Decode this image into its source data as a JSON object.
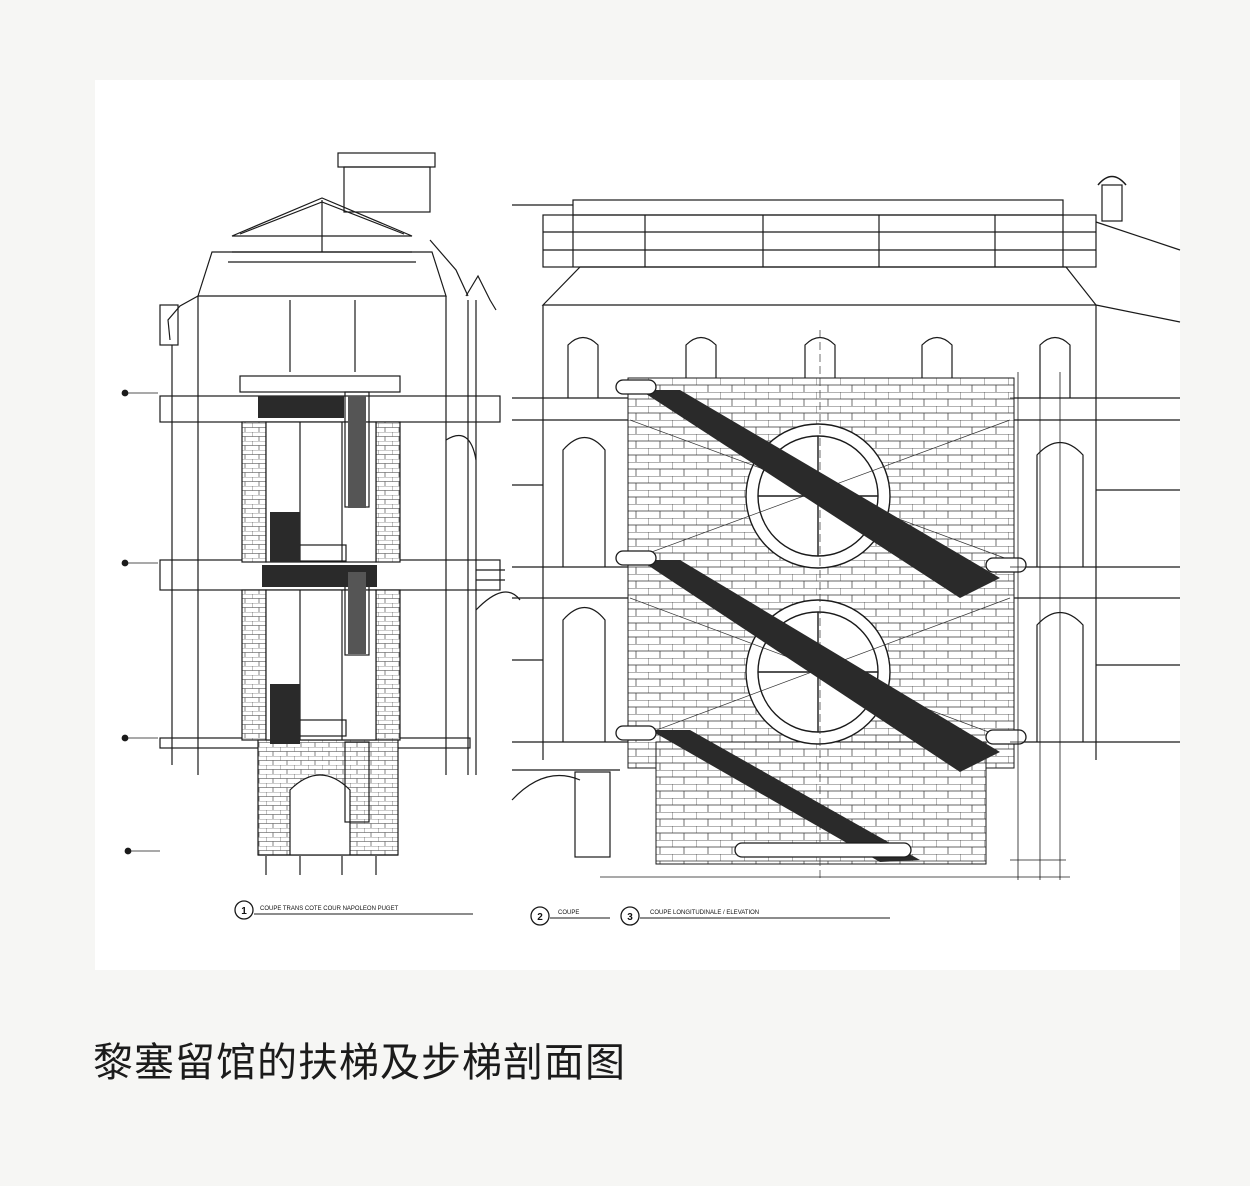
{
  "caption": "黎塞留馆的扶梯及步梯剖面图",
  "drawing": {
    "labels": [
      {
        "number": "1",
        "text": "COUPE TRANS COTE COUR NAPOLEON PUGET"
      },
      {
        "number": "2",
        "text": "COUPE"
      },
      {
        "number": "3",
        "text": "COUPE LONGITUDINALE / ELEVATION"
      }
    ],
    "colors": {
      "ink": "#1a1a1a",
      "paper": "#ffffff",
      "hatch": "#2a2a2a",
      "page": "#f6f6f4"
    }
  }
}
